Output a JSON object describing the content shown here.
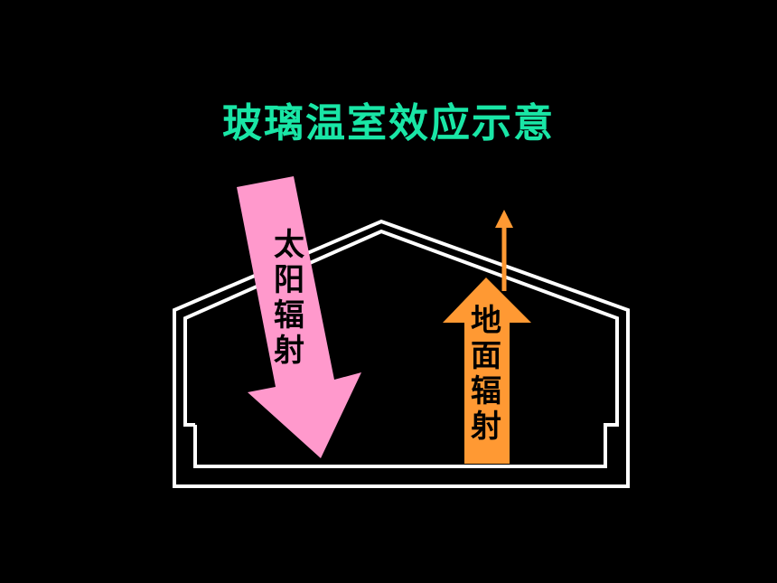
{
  "title": "玻璃温室效应示意",
  "solar_label": [
    "太",
    "阳",
    "辐",
    "射"
  ],
  "ground_label": [
    "地",
    "面",
    "辐",
    "射"
  ],
  "colors": {
    "background": "#000000",
    "title": "#19e6a6",
    "solar_arrow": "#ff99cc",
    "ground_arrow": "#ff9933",
    "greenhouse_outline": "#ffffff"
  }
}
